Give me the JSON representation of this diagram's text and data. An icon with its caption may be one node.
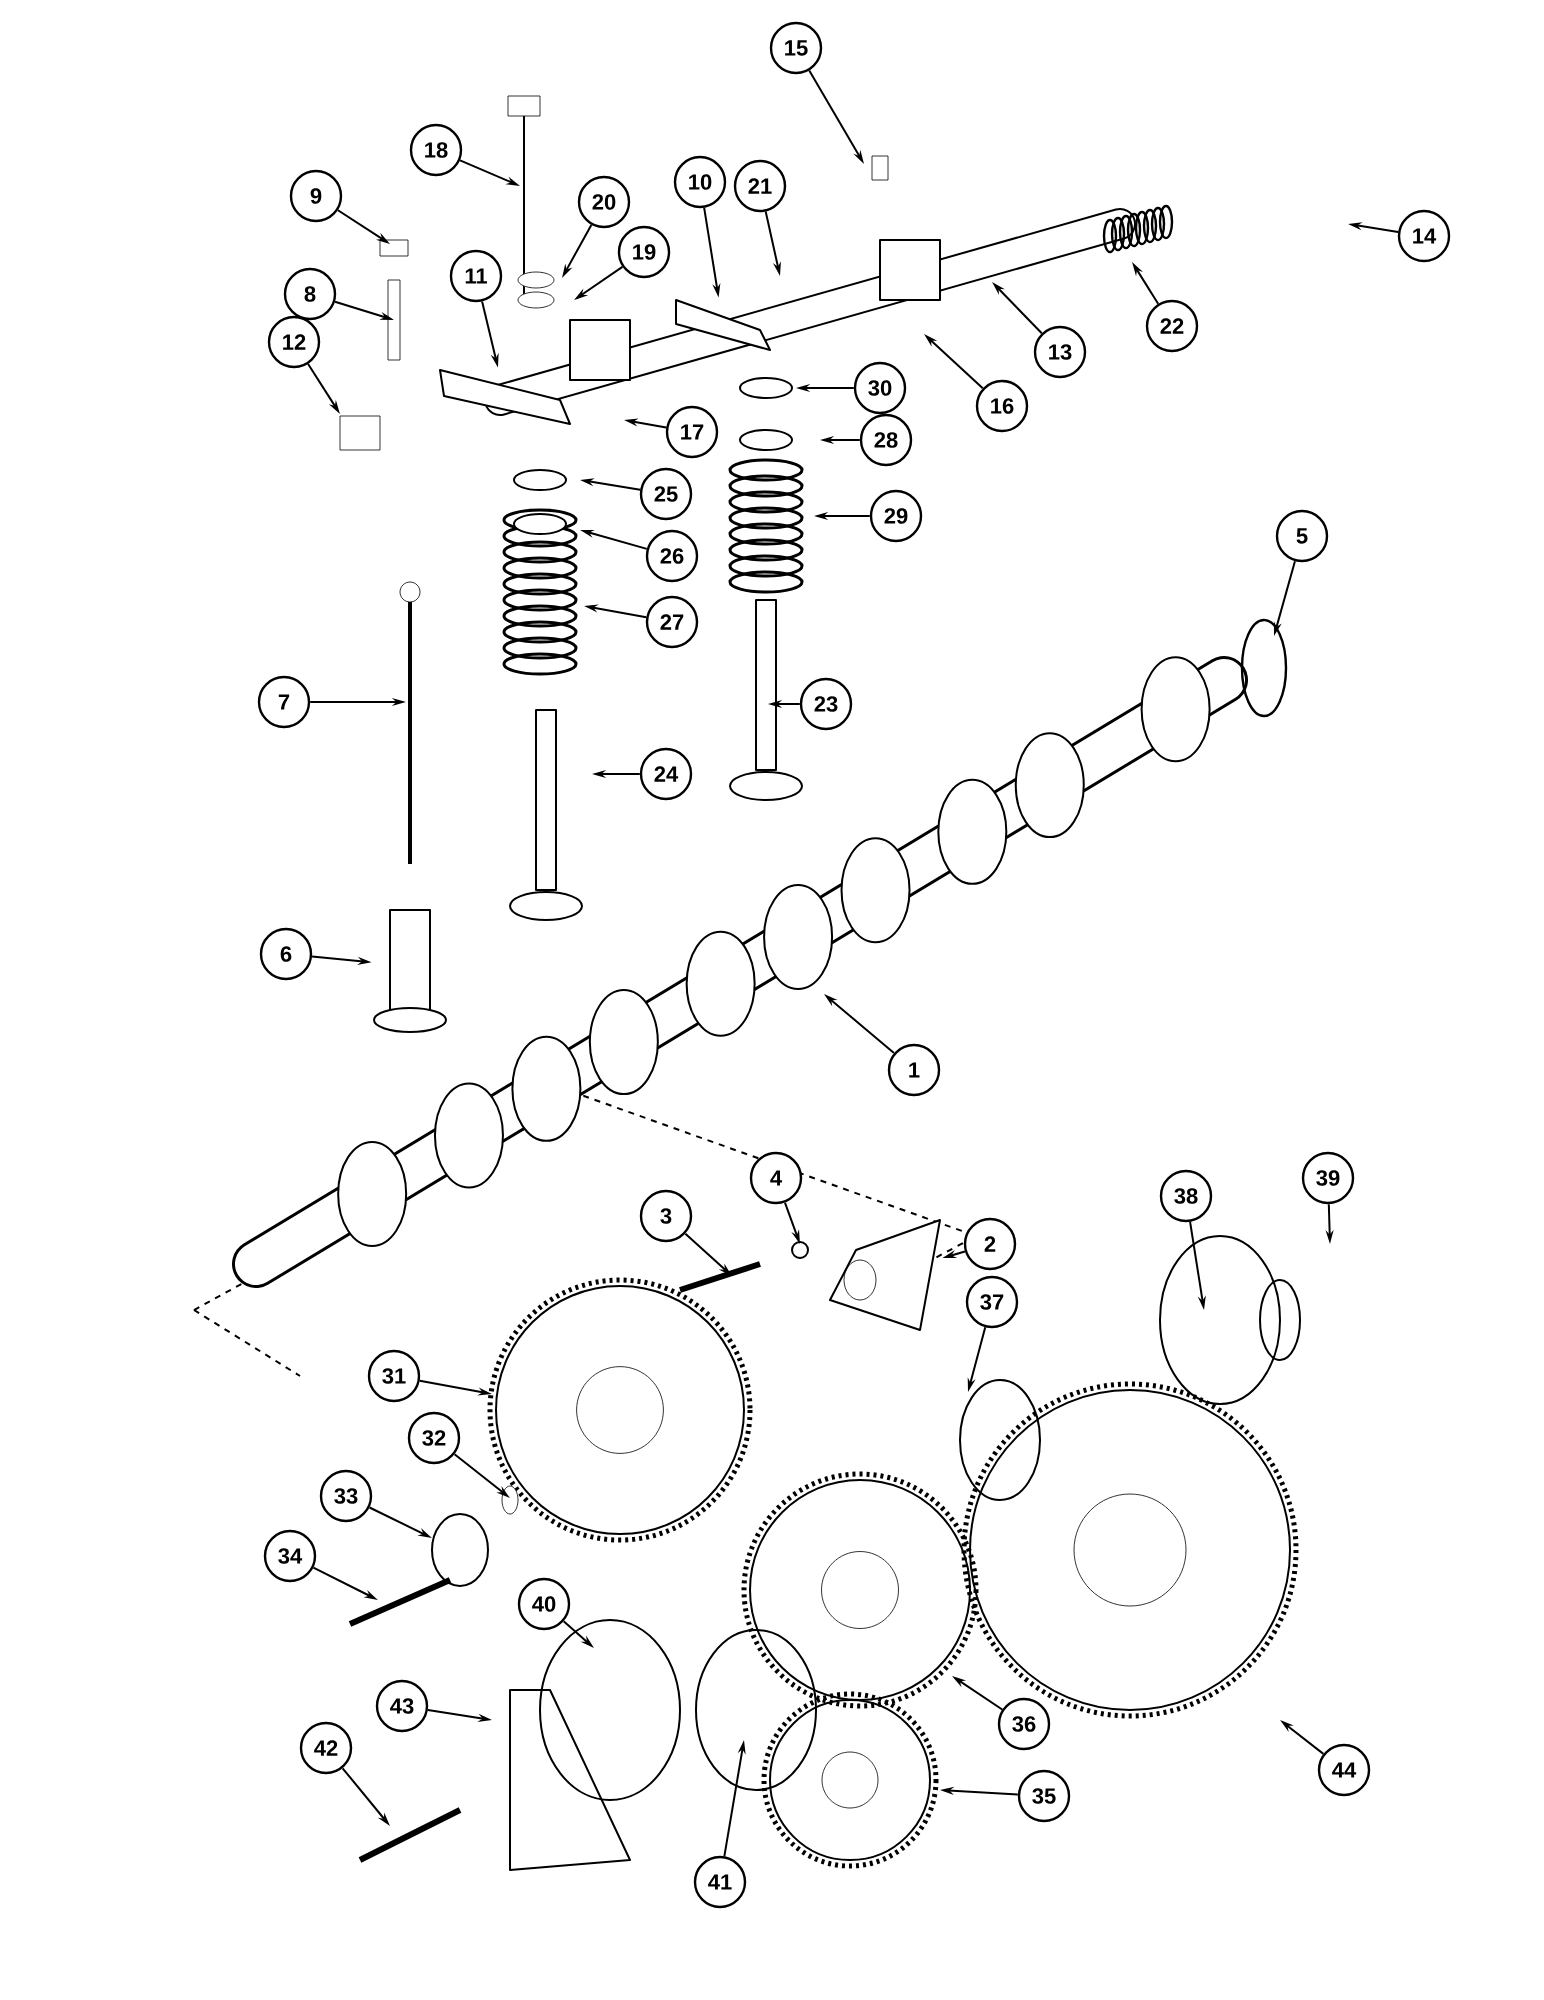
{
  "diagram": {
    "nodes": [
      {
        "text": [
          "1"
        ]
      },
      {
        "text": [
          "2"
        ]
      },
      {
        "text": [
          "3"
        ]
      },
      {
        "text": [
          "4"
        ]
      },
      {
        "text": [
          "5"
        ]
      },
      {
        "text": [
          "6"
        ]
      },
      {
        "text": [
          "7"
        ]
      },
      {
        "text": [
          "8"
        ]
      },
      {
        "text": [
          "9"
        ]
      },
      {
        "text": [
          "10"
        ]
      },
      {
        "text": [
          "11"
        ]
      },
      {
        "text": [
          "12"
        ]
      },
      {
        "text": [
          "13"
        ]
      },
      {
        "text": [
          "14"
        ]
      },
      {
        "text": [
          "15"
        ]
      },
      {
        "text": [
          "16"
        ]
      },
      {
        "text": [
          "17"
        ]
      },
      {
        "text": [
          "18"
        ]
      },
      {
        "text": [
          "19"
        ]
      },
      {
        "text": [
          "20"
        ]
      },
      {
        "text": [
          "21"
        ]
      },
      {
        "text": [
          "22"
        ]
      },
      {
        "text": [
          "23"
        ]
      },
      {
        "text": [
          "24"
        ]
      },
      {
        "text": [
          "25"
        ]
      },
      {
        "text": [
          "26"
        ]
      },
      {
        "text": [
          "27"
        ]
      },
      {
        "text": [
          "28"
        ]
      },
      {
        "text": [
          "29"
        ]
      },
      {
        "text": [
          "30"
        ]
      },
      {
        "text": [
          "31"
        ]
      },
      {
        "text": [
          "32"
        ]
      },
      {
        "text": [
          "33"
        ]
      },
      {
        "text": [
          "34"
        ]
      },
      {
        "text": [
          "35"
        ]
      },
      {
        "text": [
          "36"
        ]
      },
      {
        "text": [
          "37"
        ]
      },
      {
        "text": [
          "38"
        ]
      },
      {
        "text": [
          "39"
        ]
      },
      {
        "text": [
          "40"
        ]
      },
      {
        "text": [
          "41"
        ]
      },
      {
        "text": [
          "42"
        ]
      },
      {
        "text": [
          "43"
        ]
      },
      {
        "text": [
          "44"
        ]
      },
      {
        "text": [],
        "shape": "picture"
      },
      {
        "text": [],
        "shape": "picture"
      },
      {
        "text": [],
        "shape": "picture"
      },
      {
        "text": [],
        "shape": "picture"
      }
    ],
    "edges": [
      {
        "from": 0,
        "to": null,
        "arrow": "to"
      },
      {
        "from": 1,
        "to": 47,
        "arrow": "to"
      },
      {
        "from": 2,
        "to": null,
        "arrow": "to"
      },
      {
        "from": 3,
        "to": null,
        "arrow": "to"
      },
      {
        "from": 4,
        "to": null,
        "arrow": "to"
      },
      {
        "from": 5,
        "to": 44,
        "arrow": "to"
      },
      {
        "from": 6,
        "to": null,
        "arrow": "to"
      },
      {
        "from": 7,
        "to": null,
        "arrow": "to"
      },
      {
        "from": 8,
        "to": null,
        "arrow": "to"
      },
      {
        "from": 9,
        "to": 46,
        "arrow": "to"
      },
      {
        "from": 10,
        "to": 45,
        "arrow": "to"
      },
      {
        "from": 11,
        "to": null,
        "arrow": "to"
      },
      {
        "from": 12,
        "to": null,
        "arrow": "to"
      },
      {
        "from": 13,
        "to": null,
        "arrow": "to"
      },
      {
        "from": 14,
        "to": null,
        "arrow": "to"
      },
      {
        "from": 15,
        "to": null,
        "arrow": "to"
      },
      {
        "from": 16,
        "to": null,
        "arrow": "to"
      },
      {
        "from": 17,
        "to": null,
        "arrow": "to"
      },
      {
        "from": 18,
        "to": null,
        "arrow": "to"
      },
      {
        "from": 19,
        "to": null,
        "arrow": "to"
      },
      {
        "from": 20,
        "to": null,
        "arrow": "to"
      },
      {
        "from": 21,
        "to": null,
        "arrow": "to"
      },
      {
        "from": 22,
        "to": null,
        "arrow": "to"
      },
      {
        "from": 23,
        "to": null,
        "arrow": "to"
      },
      {
        "from": 24,
        "to": null,
        "arrow": "to"
      },
      {
        "from": 25,
        "to": null,
        "arrow": "to"
      },
      {
        "from": 26,
        "to": null,
        "arrow": "to"
      },
      {
        "from": 27,
        "to": null,
        "arrow": "to"
      },
      {
        "from": 28,
        "to": null,
        "arrow": "to"
      },
      {
        "from": 29,
        "to": null,
        "arrow": "to"
      },
      {
        "from": 30,
        "to": null,
        "arrow": "to"
      },
      {
        "from": 31,
        "to": null,
        "arrow": "to"
      },
      {
        "from": 32,
        "to": null,
        "arrow": "to"
      },
      {
        "from": 33,
        "to": null,
        "arrow": "to"
      },
      {
        "from": 34,
        "to": null,
        "arrow": "to"
      },
      {
        "from": 35,
        "to": null,
        "arrow": "to"
      },
      {
        "from": 36,
        "to": null,
        "arrow": "to"
      },
      {
        "from": 37,
        "to": null,
        "arrow": "to"
      },
      {
        "from": 38,
        "to": null,
        "arrow": "to"
      },
      {
        "from": 39,
        "to": null,
        "arrow": "to"
      },
      {
        "from": 40,
        "to": null,
        "arrow": "to"
      },
      {
        "from": 41,
        "to": null,
        "arrow": "to"
      },
      {
        "from": 42,
        "to": null,
        "arrow": "to"
      },
      {
        "from": 43,
        "to": null,
        "arrow": "to"
      }
    ]
  }
}
